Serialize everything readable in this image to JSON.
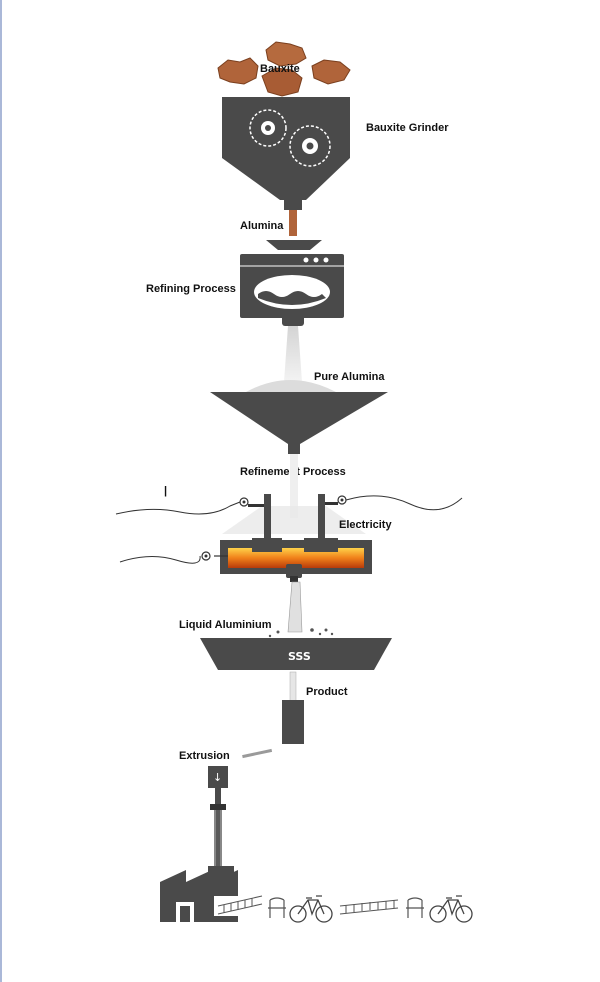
{
  "labels": {
    "bauxite": "Bauxite",
    "bauxite_grinder": "Bauxite Grinder",
    "alumina": "Alumina",
    "refining_process": "Refining Process",
    "pure_alumina": "Pure Alumina",
    "refinement_process": "Refinement Process",
    "electricity": "Electricity",
    "liquid_aluminium": "Liquid Aluminium",
    "product": "Product",
    "extrusion": "Extrusion"
  },
  "glyphs": {
    "heat": "SSS",
    "arrow": "↓"
  },
  "colors": {
    "machine": "#4a4a4a",
    "bauxite": "#b0643a",
    "molten": "#f08a1a",
    "powder": "#d9d9d9"
  }
}
